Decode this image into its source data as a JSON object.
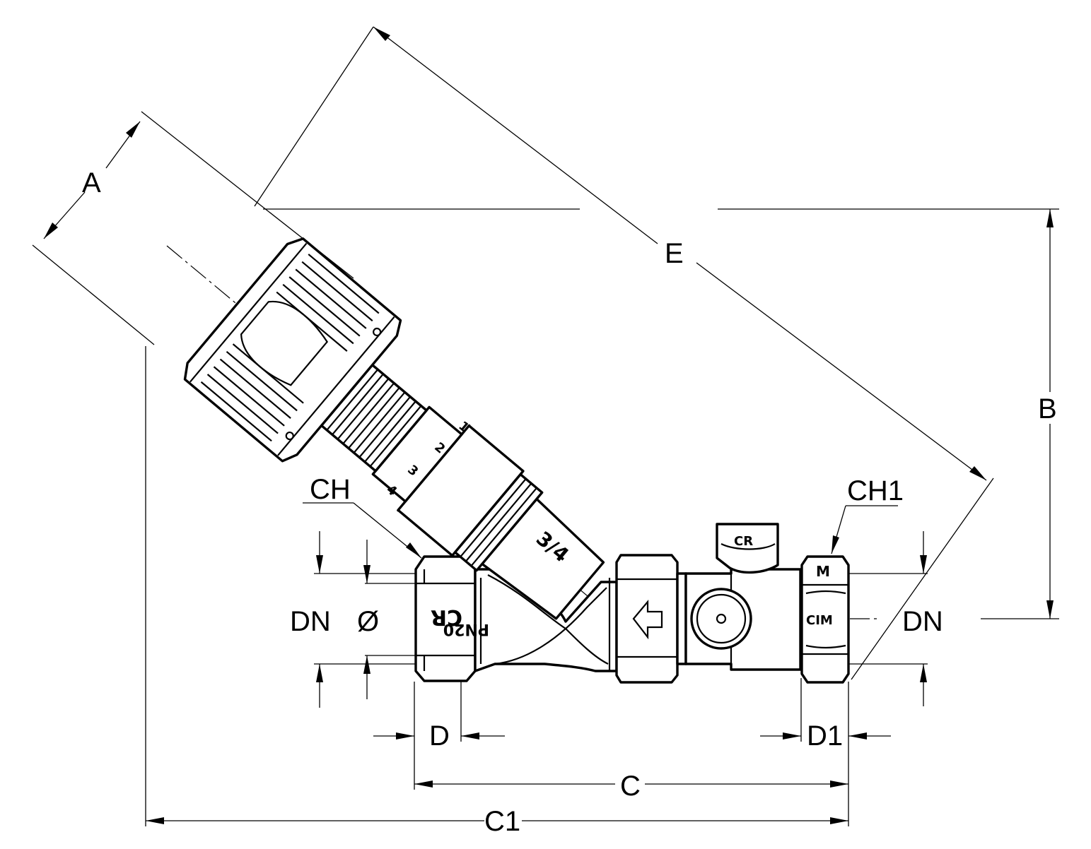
{
  "dimensions": {
    "A": "A",
    "B": "B",
    "C": "C",
    "C1": "C1",
    "D": "D",
    "D1": "D1",
    "E": "E",
    "CH": "CH",
    "CH1": "CH1",
    "DN_left": "DN",
    "DN_right": "DN",
    "diameter": "Ø"
  },
  "body_markings": {
    "pressure": "PN20",
    "size": "3/4",
    "brand_left": "CR",
    "brand_top": "CR",
    "brand_right": "CIM",
    "nut_mark": "M"
  },
  "scale_marks": [
    "1",
    "2",
    "3",
    "4"
  ],
  "icons": {
    "flow": "arrow-left-icon"
  }
}
